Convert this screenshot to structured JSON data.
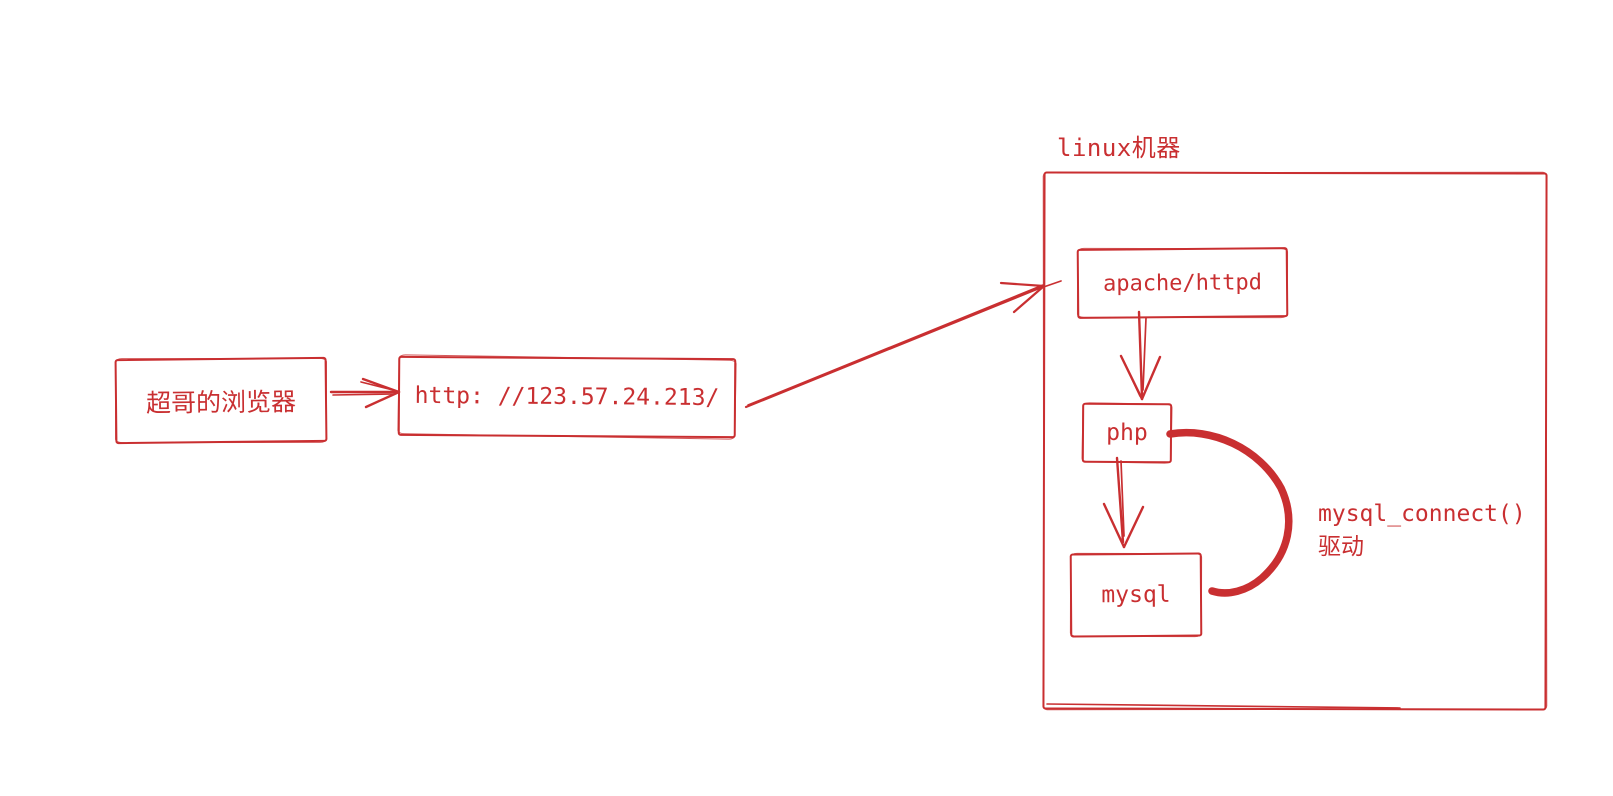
{
  "diagram": {
    "type": "hand-drawn-architecture-diagram",
    "ink_color": "#c92f31",
    "background": "#ffffff",
    "nodes": {
      "browser": {
        "label": "超哥的浏览器"
      },
      "url": {
        "label": "http: //123.57.24.213/"
      },
      "linux_machine": {
        "label": "linux机器"
      },
      "apache": {
        "label": "apache/httpd"
      },
      "php": {
        "label": "php"
      },
      "mysql": {
        "label": "mysql"
      }
    },
    "annotations": {
      "mysql_connect": {
        "line1": "mysql_connect()",
        "line2": "驱动"
      }
    },
    "edges": [
      {
        "from": "browser",
        "to": "url",
        "type": "arrow",
        "direction": "right"
      },
      {
        "from": "url",
        "to": "apache",
        "type": "arrow",
        "direction": "up-right"
      },
      {
        "from": "apache",
        "to": "php",
        "type": "arrow",
        "direction": "down"
      },
      {
        "from": "php",
        "to": "mysql",
        "type": "arrow",
        "direction": "down"
      },
      {
        "from": "php",
        "to": "mysql",
        "type": "thick-curve",
        "label": "mysql_connect() 驱动"
      }
    ]
  }
}
